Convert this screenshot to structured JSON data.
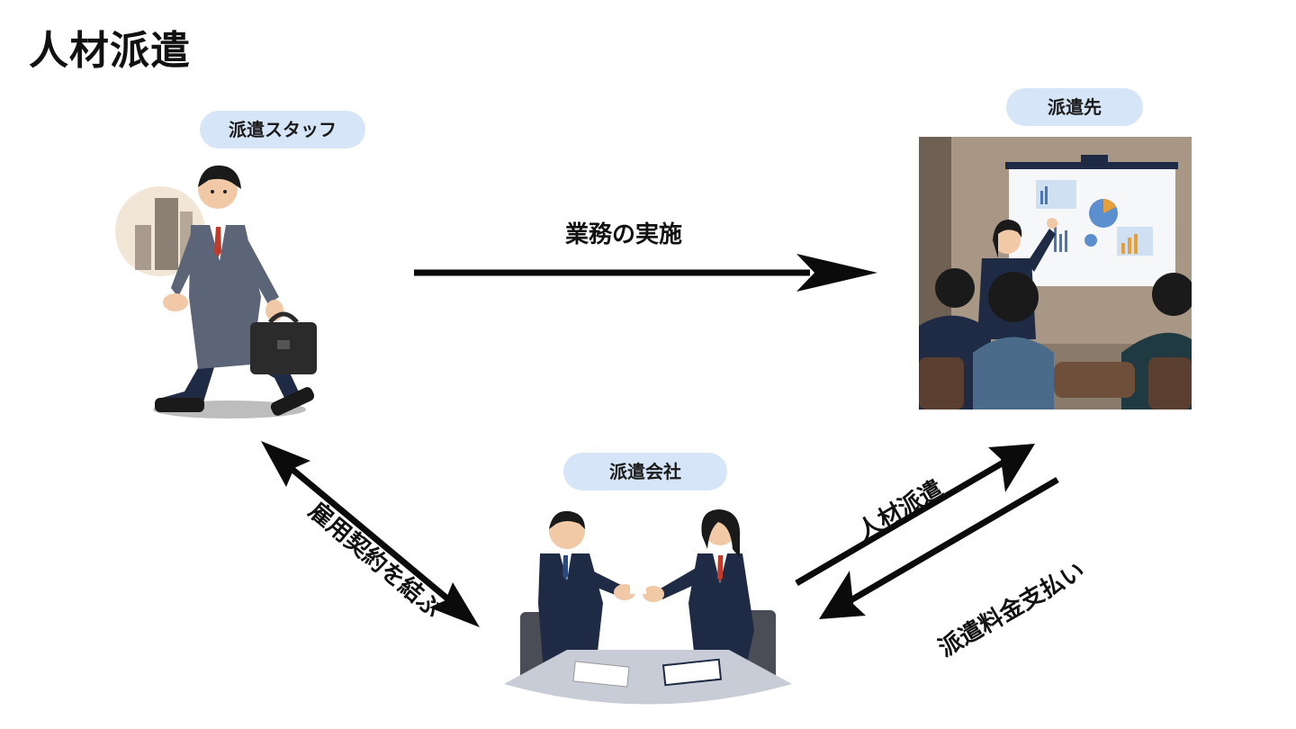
{
  "title": "人材派遣",
  "nodes": {
    "staff": "派遣スタッフ",
    "client": "派遣先",
    "agency": "派遣会社"
  },
  "edges": {
    "work": "業務の実施",
    "contract": "雇用契約を結ぶ",
    "dispatch": "人材派遣",
    "payment": "派遣料金支払い"
  },
  "colors": {
    "pill_bg": "#d6e6f8",
    "arrow": "#0b0b0b",
    "suit": "#1f2b45"
  }
}
